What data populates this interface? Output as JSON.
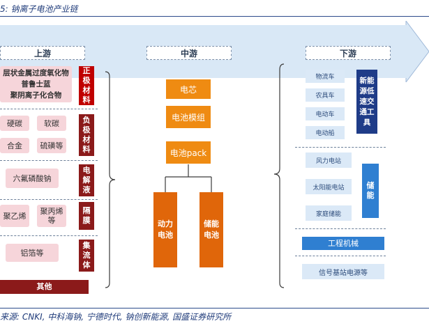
{
  "header": {
    "title": "5: 钠离子电池产业链",
    "source": "来源: CNKI, 中科海钠, 宁德时代, 钠创新能源, 国盛证券研究所"
  },
  "stages": {
    "upstream": "上游",
    "midstream": "中游",
    "downstream": "下游"
  },
  "upstream": {
    "cathode_box": {
      "line1": "层状金属过度氧化物",
      "line2": "普鲁士蓝",
      "line3": "聚阴离子化合物"
    },
    "cathode_label": [
      "正",
      "极",
      "材",
      "料"
    ],
    "anode_items": [
      "硬碳",
      "软碳",
      "合金",
      "硫磺等"
    ],
    "anode_label": [
      "负",
      "极",
      "材",
      "料"
    ],
    "electrolyte_item": "六氟磷酸钠",
    "electrolyte_label": [
      "电",
      "解",
      "液"
    ],
    "separator_items": [
      "聚乙烯",
      "聚丙烯等"
    ],
    "separator_label": [
      "隔",
      "膜"
    ],
    "collector_item": "铝箔等",
    "collector_label": [
      "集",
      "流",
      "体"
    ],
    "other": "其他"
  },
  "midstream": {
    "cell": "电芯",
    "module": "电池模组",
    "pack": "电池pack",
    "power_battery": [
      "动力",
      "电池"
    ],
    "storage_battery": [
      "储能",
      "电池"
    ]
  },
  "downstream": {
    "vehicles": [
      "物流车",
      "农具车",
      "电动车",
      "电动船"
    ],
    "vehicles_label": [
      "新能",
      "源低",
      "速交",
      "通工",
      "具"
    ],
    "storage": [
      "风力电站",
      "太阳能电站",
      "家庭储能"
    ],
    "storage_label": [
      "储",
      "能"
    ],
    "machinery": "工程机械",
    "telecom": "信号基站电源等"
  },
  "colors": {
    "band": "#d9e8f6",
    "red": "#c00000",
    "dark_red": "#8b1a1a",
    "orange": "#ef8b12",
    "orange_dark": "#e0660a",
    "pink": "#f6d5da",
    "light_blue": "#dbe9f7",
    "blue": "#2f7fd1",
    "navy": "#1f3c88"
  }
}
